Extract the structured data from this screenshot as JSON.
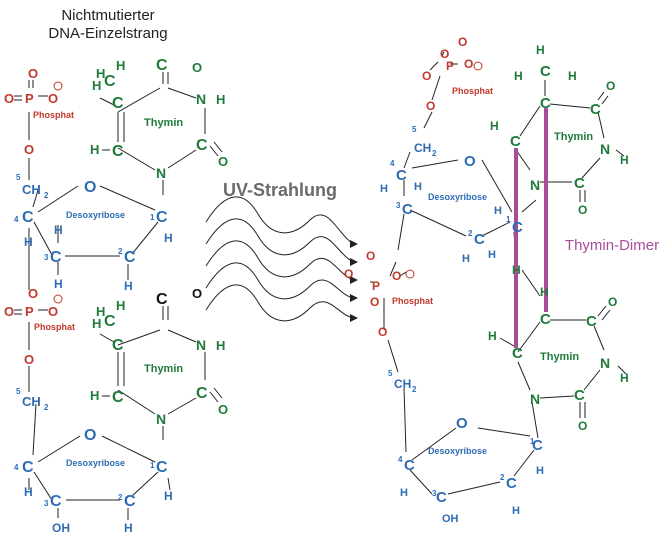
{
  "title": {
    "line1": "Nichtmutierter",
    "line2": "DNA-Einzelstrang"
  },
  "uv_label": "UV-Strahlung",
  "dimer_label": "Thymin-Dimer",
  "colors": {
    "base": "#1e7b3a",
    "sugar": "#2e6db4",
    "phosphate": "#c0392b",
    "dimer_bond": "#a64d9a",
    "uv_text": "#6b6b6b"
  },
  "left": {
    "phosphate_top": {
      "P": "P",
      "O": "O",
      "O_minus": "O",
      "charge": "−",
      "label": "Phosphat"
    },
    "phosphate_mid": {
      "P": "P",
      "O": "O",
      "charge": "−",
      "label": "Phosphat"
    },
    "thymine_top": {
      "label": "Thymin",
      "C": "C",
      "N": "N",
      "O": "O",
      "H": "H"
    },
    "thymine_bottom": {
      "label": "Thymin"
    },
    "sugar_top": {
      "label": "Desoxyribose",
      "O": "O",
      "CH2": "CH",
      "sub2": "2",
      "n5": "5",
      "n4": "4",
      "n3": "3",
      "n2": "2",
      "n1": "1"
    },
    "sugar_bottom": {
      "label": "Desoxyribose",
      "OH": "OH"
    }
  },
  "right": {
    "phosphate_top": {
      "label": "Phosphat"
    },
    "phosphate_mid": {
      "label": "Phosphat"
    },
    "thymine_top": {
      "label": "Thymin"
    },
    "thymine_bottom": {
      "label": "Thymin"
    },
    "sugar_top": {
      "label": "Desoxyribose"
    },
    "sugar_bottom": {
      "label": "Desoxyribose",
      "OH": "OH"
    }
  }
}
